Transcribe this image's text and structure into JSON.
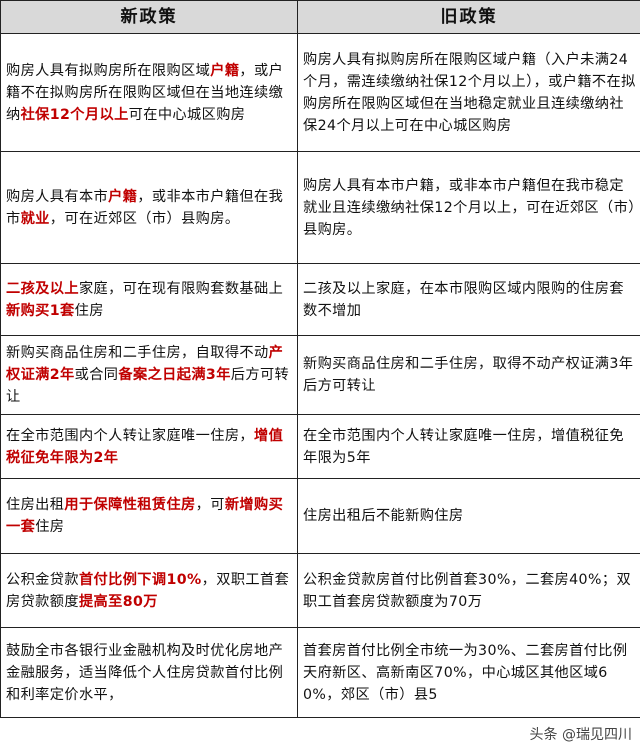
{
  "header": {
    "new_policy": "新政策",
    "old_policy": "旧政策"
  },
  "rows": [
    {
      "new": [
        {
          "t": "购房人具有拟购房所在限购区域"
        },
        {
          "t": "户籍",
          "hl": true
        },
        {
          "t": "，或户籍不在拟购房所在限购区域但在当地连续缴纳"
        },
        {
          "t": "社保12个月以上",
          "hl": true
        },
        {
          "t": "可在中心城区购房"
        }
      ],
      "old": "购房人具有拟购房所在限购区域户籍（入户未满24个月，需连续缴纳社保12个月以上），或户籍不在拟购房所在限购区域但在当地稳定就业且连续缴纳社保24个月以上可在中心城区购房"
    },
    {
      "new": [
        {
          "t": "购房人具有本市"
        },
        {
          "t": "户籍",
          "hl": true
        },
        {
          "t": "，或非本市户籍但在我市"
        },
        {
          "t": "就业",
          "hl": true
        },
        {
          "t": "，可在近郊区（市）县购房。"
        }
      ],
      "old": "购房人具有本市户籍，或非本市户籍但在我市稳定就业且连续缴纳社保12个月以上，可在近郊区（市）县购房。"
    },
    {
      "new": [
        {
          "t": "二孩及以上",
          "hl": true
        },
        {
          "t": "家庭，可在现有限购套数基础上"
        },
        {
          "t": "新购买1套",
          "hl": true
        },
        {
          "t": "住房"
        }
      ],
      "old": "二孩及以上家庭，在本市限购区域内限购的住房套数不增加"
    },
    {
      "new": [
        {
          "t": "新购买商品住房和二手住房，自取得不动"
        },
        {
          "t": "产权证满2年",
          "hl": true
        },
        {
          "t": "或合同"
        },
        {
          "t": "备案之日起满3年",
          "hl": true
        },
        {
          "t": "后方可转让"
        }
      ],
      "old": "新购买商品住房和二手住房，取得不动产权证满3年后方可转让"
    },
    {
      "new": [
        {
          "t": "在全市范围内个人转让家庭唯一住房，"
        },
        {
          "t": "增值税征免年限为2年",
          "hl": true
        }
      ],
      "old": "在全市范围内个人转让家庭唯一住房，增值税征免年限为5年"
    },
    {
      "new": [
        {
          "t": "住房出租"
        },
        {
          "t": "用于保障性租赁住房",
          "hl": true
        },
        {
          "t": "，可"
        },
        {
          "t": "新增购买一套",
          "hl": true
        },
        {
          "t": "住房"
        }
      ],
      "old": "住房出租后不能新购住房"
    },
    {
      "new": [
        {
          "t": "公积金贷款"
        },
        {
          "t": "首付比例下调10%",
          "hl": true
        },
        {
          "t": "，双职工首套房贷款额度"
        },
        {
          "t": "提高至80万",
          "hl": true
        }
      ],
      "old": "公积金贷款房首付比例首套30%，二套房40%；双职工首套房贷款额度为70万"
    },
    {
      "new": [
        {
          "t": "鼓励全市各银行业金融机构及时优化房地产金融服务，适当降低个人住房贷款首付比例和利率定价水平，"
        }
      ],
      "old": "首套房首付比例全市统一为30%、二套房首付比例天府新区、高新南区70%，中心城区其他区域60%，郊区（市）县5"
    }
  ],
  "watermark": "头条 @瑞见四川"
}
